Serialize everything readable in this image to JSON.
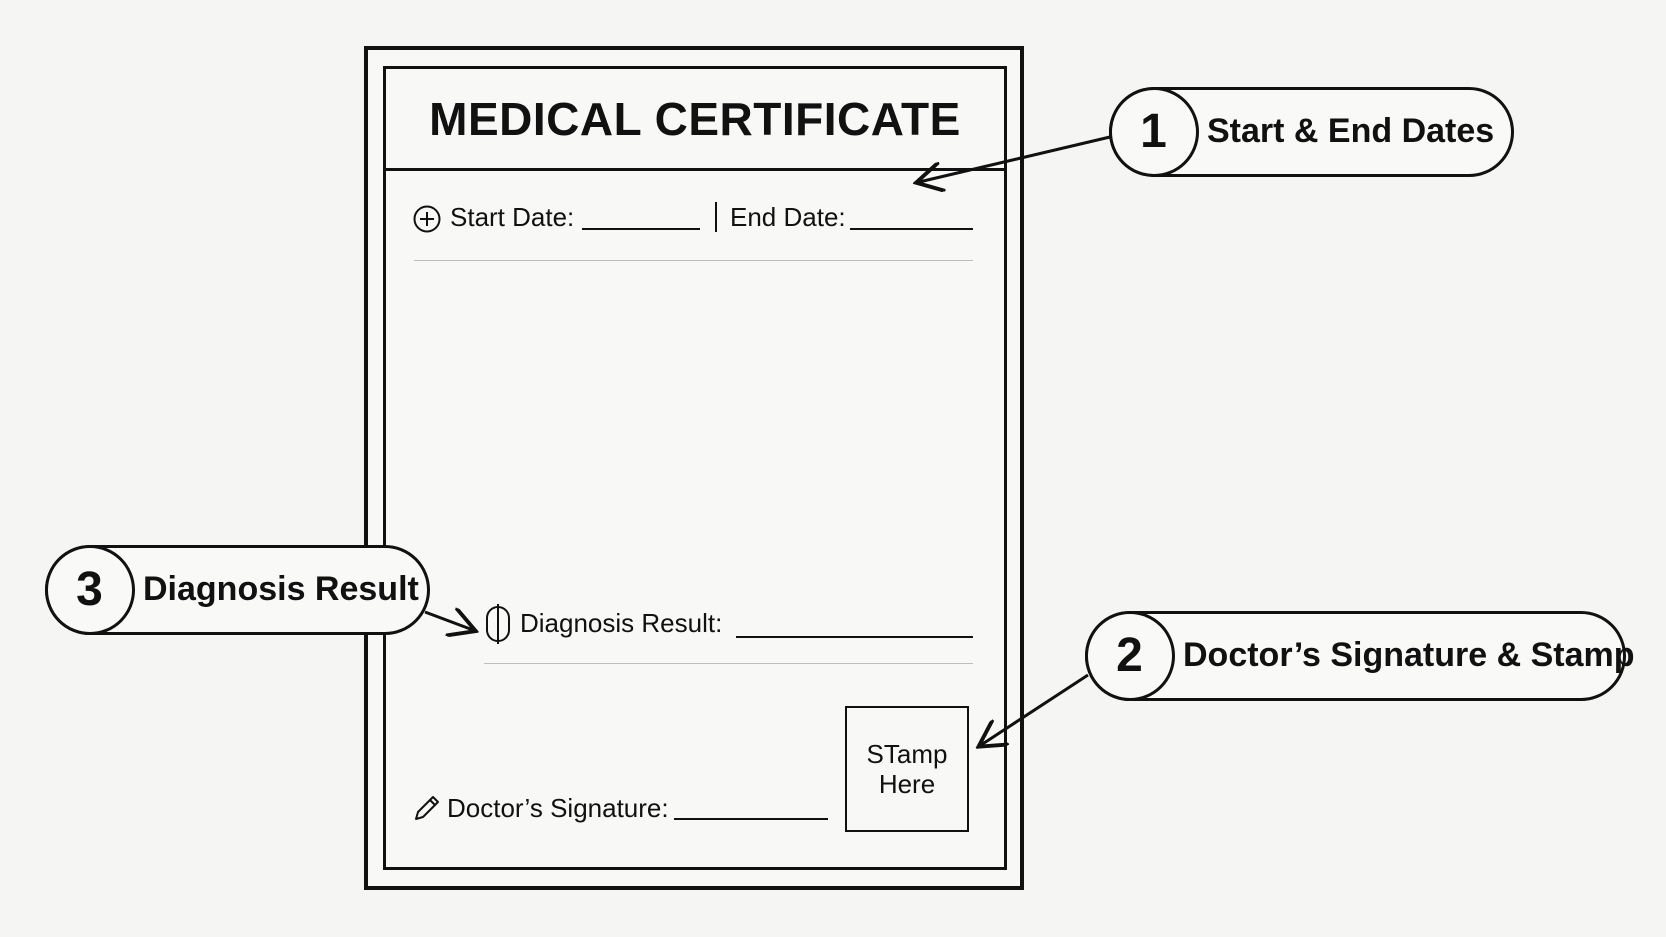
{
  "certificate": {
    "title": "MEDICAL CERTIFICATE",
    "start_date_label": "Start Date:",
    "end_date_label": "End Date:",
    "diagnosis_label": "Diagnosis Result:",
    "signature_label": "Doctor’s Signature:",
    "stamp_line1": "STamp",
    "stamp_line2": "Here"
  },
  "callouts": [
    {
      "number": "1",
      "label": "Start & End Dates"
    },
    {
      "number": "2",
      "label": "Doctor’s Signature & Stamp"
    },
    {
      "number": "3",
      "label": "Diagnosis Result"
    }
  ],
  "icons": {
    "start_date": "circle-plus-icon",
    "diagnosis": "capsule-icon",
    "signature": "pen-icon"
  },
  "colors": {
    "background": "#f5f5f3",
    "ink": "#111111",
    "rule": "#bdbdbd"
  }
}
